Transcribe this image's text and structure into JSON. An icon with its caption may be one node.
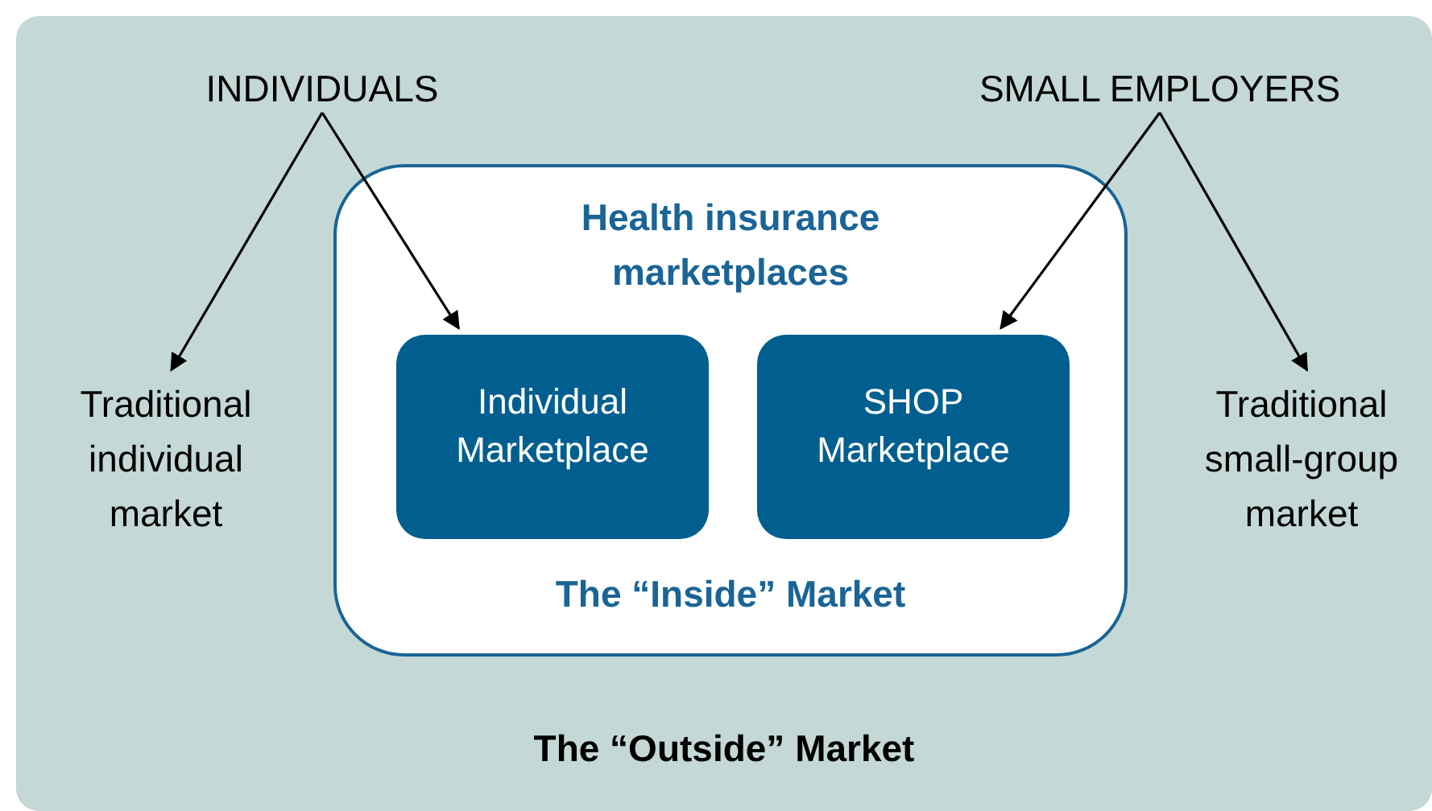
{
  "diagram": {
    "nodes": [
      {
        "text": [
          "The “Outside” Market"
        ]
      },
      {
        "text": [
          "INDIVIDUALS"
        ],
        "in": 0
      },
      {
        "text": [
          "SMALL EMPLOYERS"
        ],
        "in": 0
      },
      {
        "text": [
          "Traditional individual market"
        ],
        "in": 0
      },
      {
        "text": [
          "Health insurance marketplaces",
          "The “Inside” Market"
        ],
        "in": 0
      },
      {
        "text": [
          "Individual Marketplace"
        ],
        "in": 4
      },
      {
        "text": [
          "SHOP Marketplace"
        ],
        "in": 4
      },
      {
        "text": [
          "Traditional small-group market"
        ],
        "in": 0
      }
    ],
    "edges": [
      {
        "from": 1,
        "to": 3,
        "arrow": "to"
      },
      {
        "from": 1,
        "to": 5,
        "arrow": "to"
      },
      {
        "from": 2,
        "to": 6,
        "arrow": "to"
      },
      {
        "from": 2,
        "to": 7,
        "arrow": "to"
      }
    ]
  }
}
